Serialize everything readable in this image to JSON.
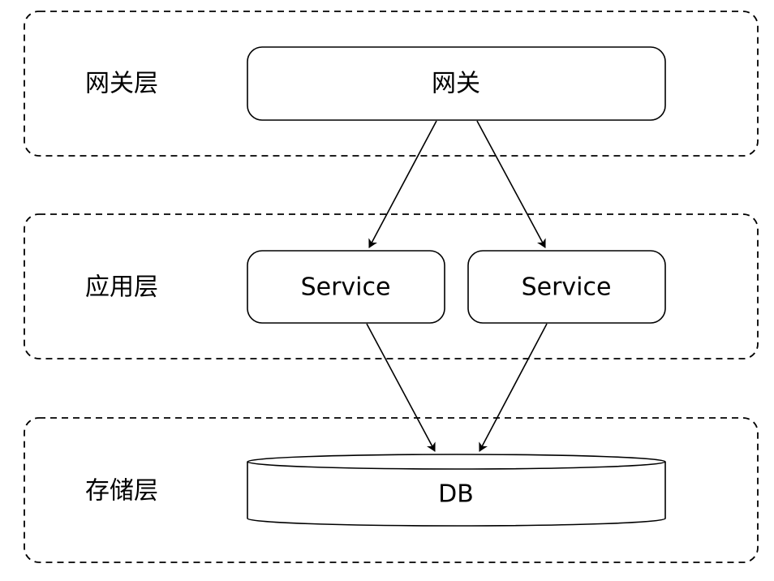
{
  "layers": [
    {
      "label": "网关层"
    },
    {
      "label": "应用层"
    },
    {
      "label": "存储层"
    }
  ],
  "nodes": {
    "gateway": {
      "label": "网关"
    },
    "service_left": {
      "label": "Service"
    },
    "service_right": {
      "label": "Service"
    },
    "db": {
      "label": "DB"
    }
  },
  "edges": [
    {
      "from": "网关",
      "to": "Service (left)"
    },
    {
      "from": "网关",
      "to": "Service (right)"
    },
    {
      "from": "Service (left)",
      "to": "DB"
    },
    {
      "from": "Service (right)",
      "to": "DB"
    }
  ],
  "colors": {
    "stroke": "#000000",
    "fill": "#ffffff",
    "background": "#ffffff"
  }
}
